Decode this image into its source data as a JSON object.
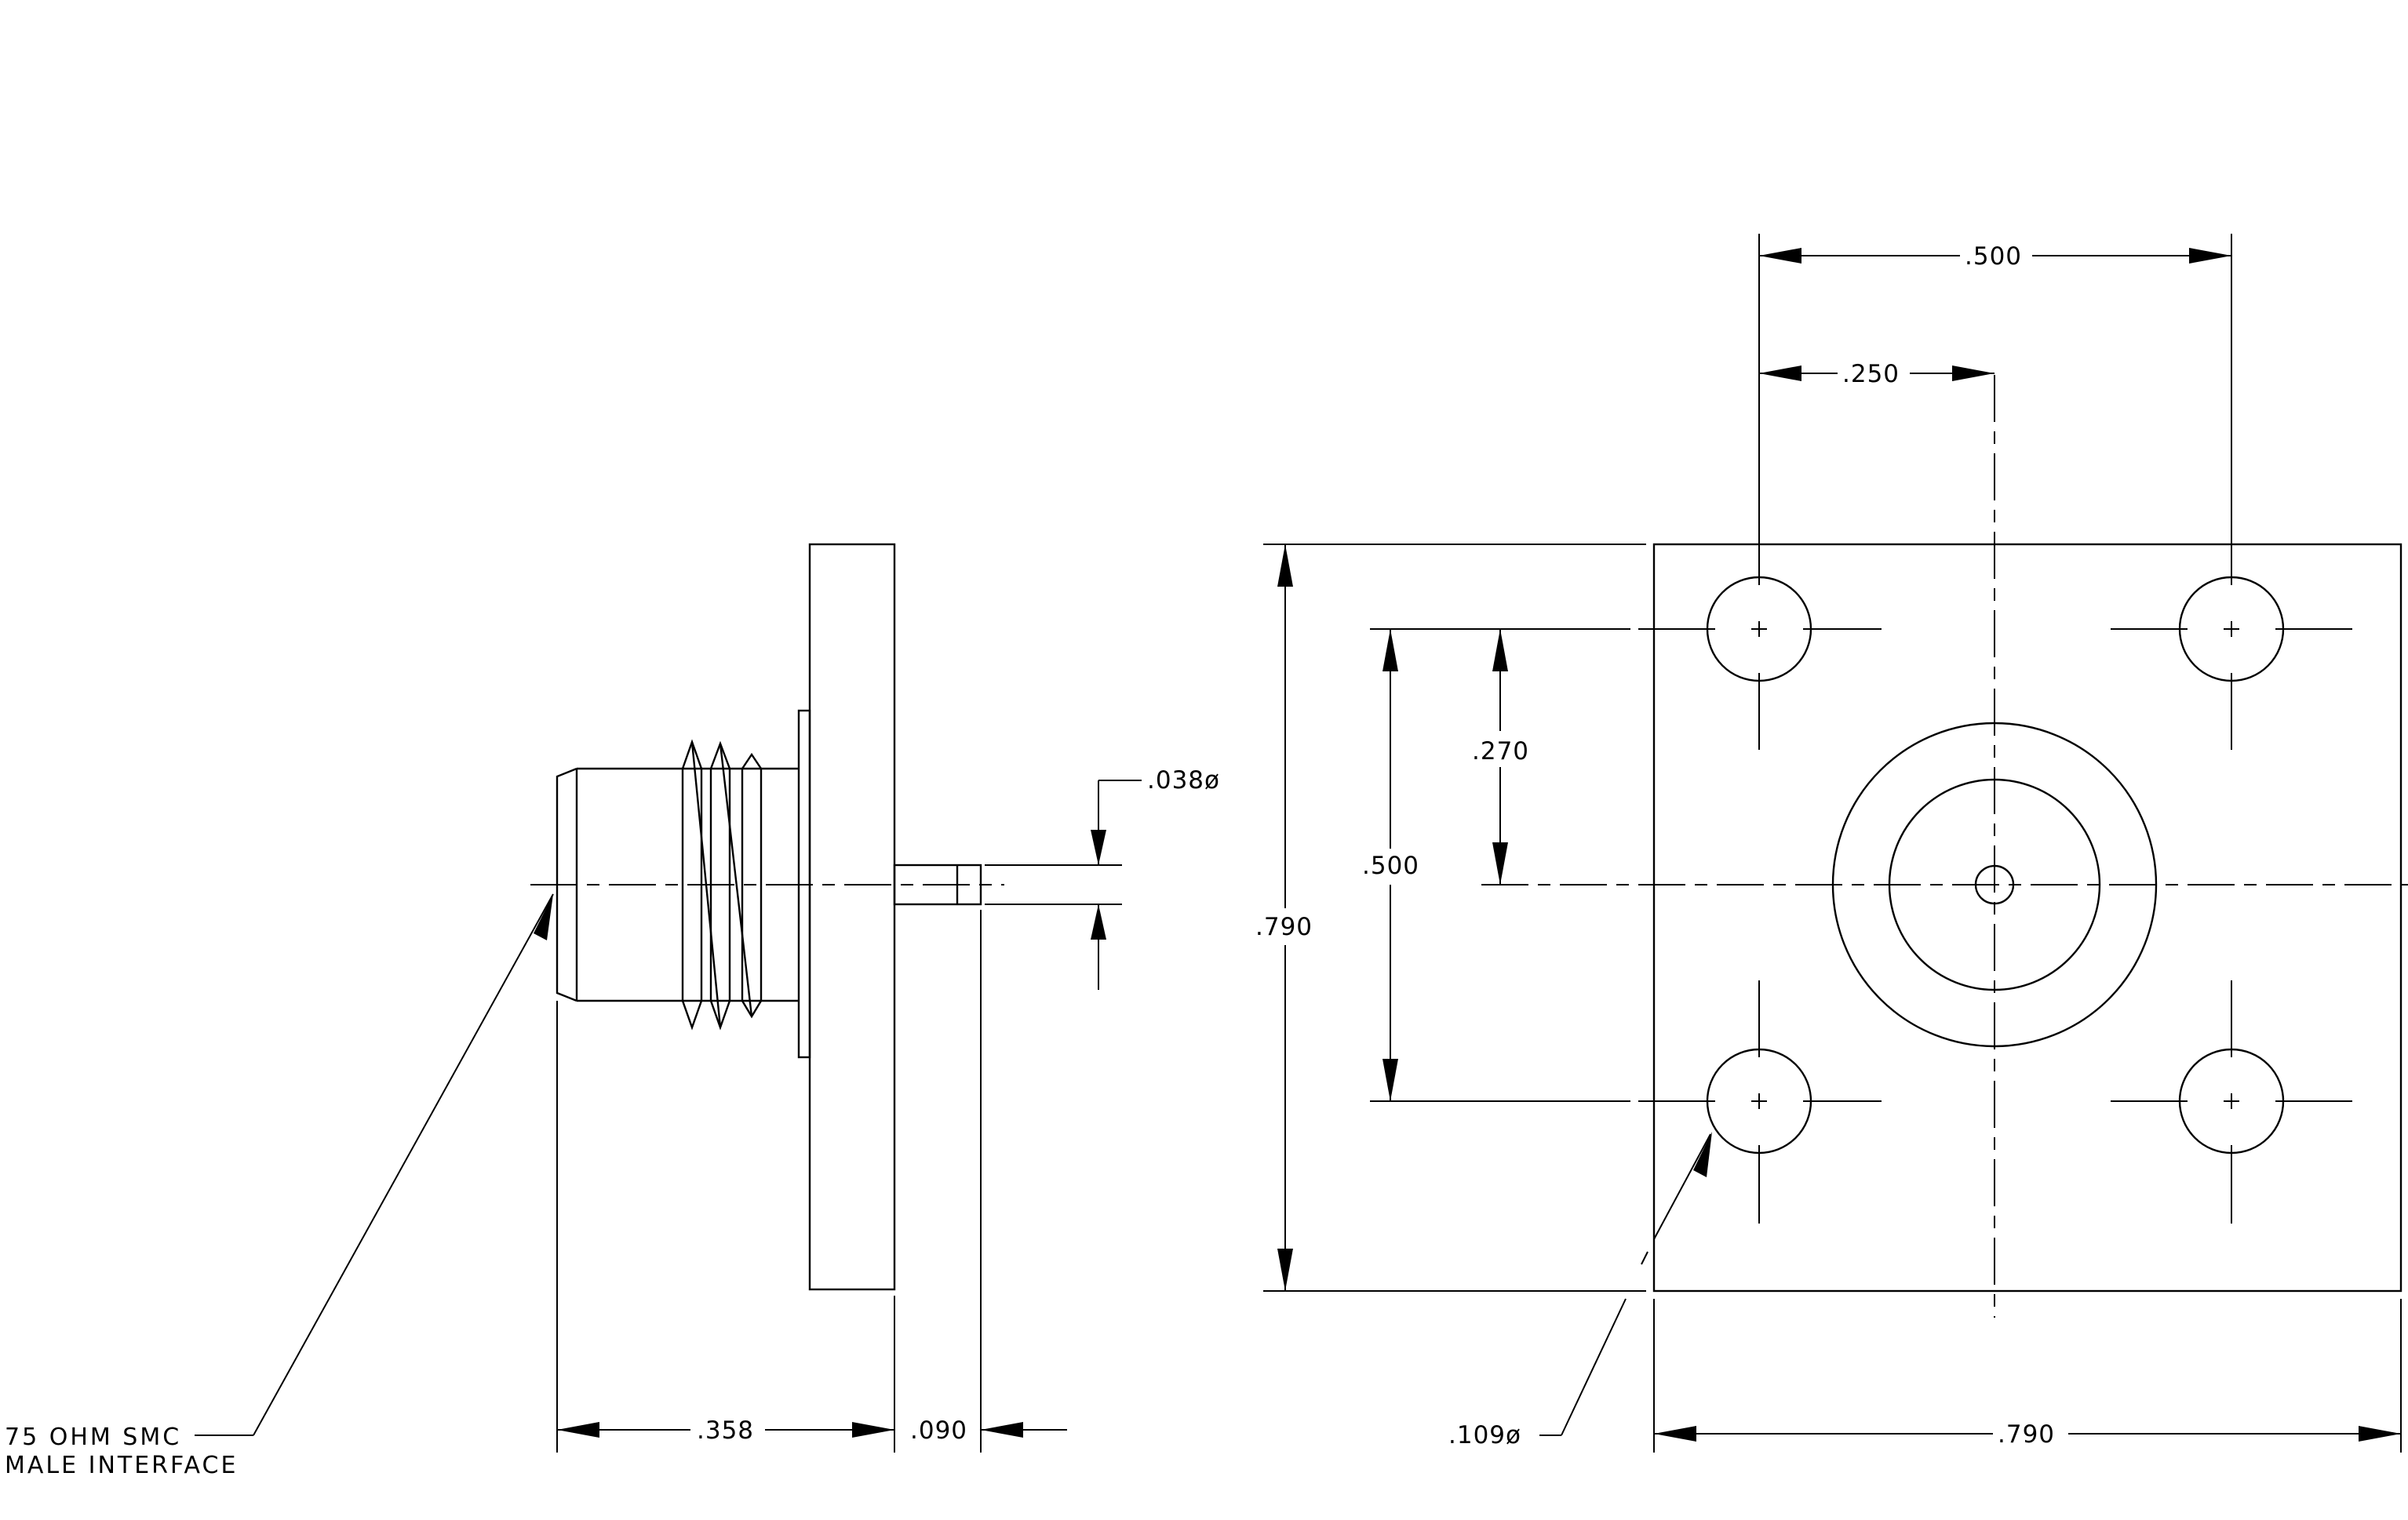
{
  "side_view": {
    "note_line1": "75 OHM SMC",
    "note_line2": "MALE INTERFACE",
    "dim_length": ".358",
    "dim_pin_length": ".090",
    "dim_pin_diameter": ".038ø"
  },
  "front_view": {
    "dim_hole_spacing_x": ".500",
    "dim_center_offset_x": ".250",
    "dim_center_offset_y": ".270",
    "dim_hole_spacing_y": ".500",
    "dim_height": ".790",
    "dim_width": ".790",
    "dim_hole_diameter": ".109ø"
  },
  "colors": {
    "line": "#000000",
    "background": "#ffffff"
  }
}
